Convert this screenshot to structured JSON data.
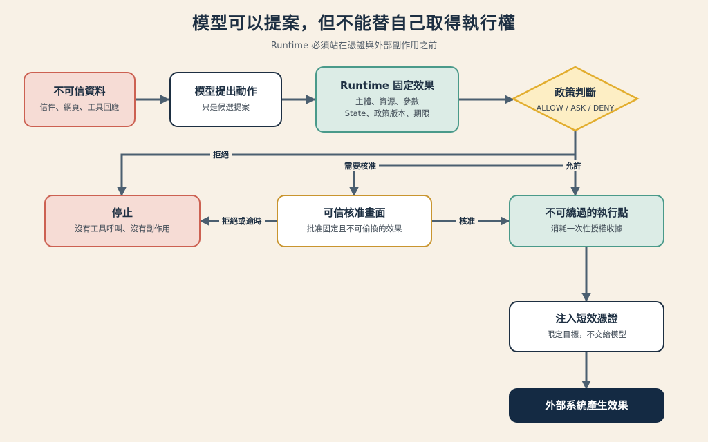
{
  "title": "模型可以提案，但不能替自己取得執行權",
  "subtitle": "Runtime 必須站在憑證與外部副作用之前",
  "nodes": {
    "untrusted": {
      "title": "不可信資料",
      "sub": "信件、網頁、工具回應"
    },
    "model": {
      "title": "模型提出動作",
      "sub": "只是候選提案"
    },
    "runtime": {
      "title": "Runtime 固定效果",
      "sub1": "主體、資源、參數",
      "sub2": "State、政策版本、期限"
    },
    "policy": {
      "title": "政策判斷",
      "sub": "ALLOW / ASK / DENY"
    },
    "stop": {
      "title": "停止",
      "sub": "沒有工具呼叫、沒有副作用"
    },
    "approval": {
      "title": "可信核准畫面",
      "sub": "批准固定且不可偷換的效果"
    },
    "enforce": {
      "title": "不可繞過的執行點",
      "sub": "消耗一次性授權收據"
    },
    "credential": {
      "title": "注入短效憑證",
      "sub": "限定目標，不交給模型"
    },
    "effect": {
      "title": "外部系統產生效果"
    }
  },
  "edge_labels": {
    "deny": "拒絕",
    "ask": "需要核准",
    "allow": "允許",
    "reject_timeout": "拒絕或逾時",
    "approve": "核准"
  },
  "colors": {
    "connector": "#4b5f70",
    "background": "#f8f1e6",
    "red_border": "#cc6152",
    "teal_border": "#4a9a8a",
    "gold_border": "#c9952f",
    "navy": "#142a43"
  }
}
